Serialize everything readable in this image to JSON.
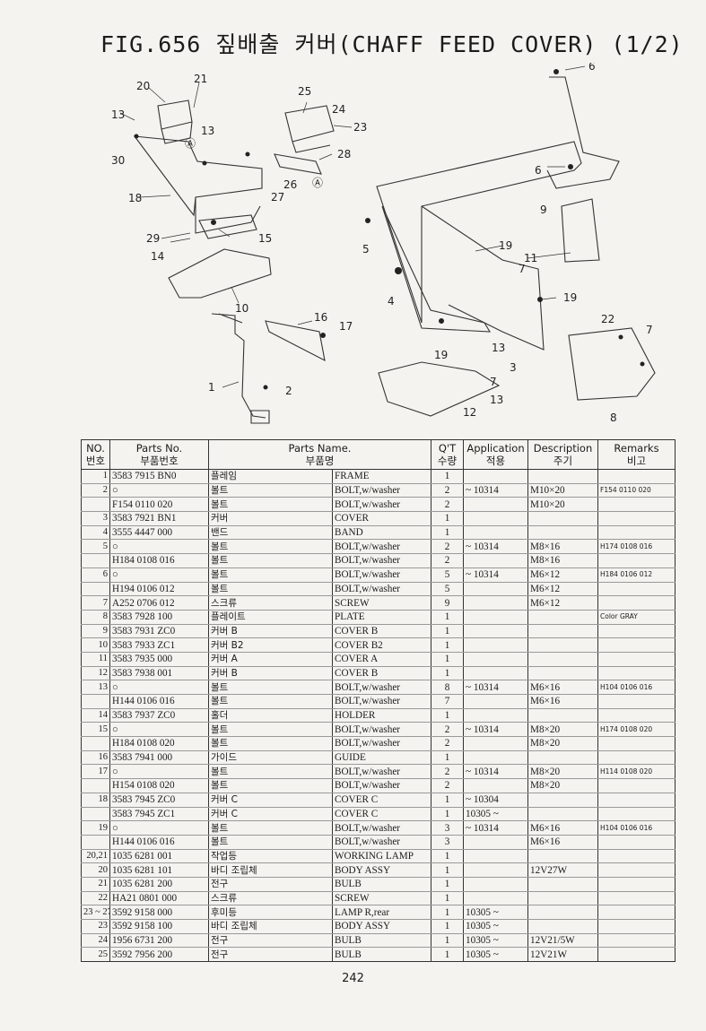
{
  "title": "FIG.656 짚배출 커버(CHAFF FEED COVER) (1/2)",
  "diagram_labels": [
    "1",
    "2",
    "3",
    "4",
    "5",
    "6",
    "7",
    "8",
    "9",
    "10",
    "11",
    "12",
    "13",
    "14",
    "15",
    "16",
    "17",
    "18",
    "19",
    "20",
    "21",
    "22",
    "23",
    "24",
    "25",
    "26",
    "27",
    "28",
    "29",
    "30",
    "Ⓐ"
  ],
  "table": {
    "headers": {
      "no_en": "NO.",
      "no_kr": "번호",
      "parts_no_en": "Parts No.",
      "parts_no_kr": "부품번호",
      "parts_name_en": "Parts Name.",
      "parts_name_kr": "부품명",
      "qty_en": "Q'T",
      "qty_kr": "수량",
      "app_en": "Application",
      "app_kr": "적용",
      "desc_en": "Description",
      "desc_kr": "주기",
      "rem_en": "Remarks",
      "rem_kr": "비고"
    },
    "rows": [
      {
        "no": "1",
        "part": "3583 7915 BN0",
        "kr": "플레임",
        "en": "FRAME",
        "qty": "1",
        "app": "",
        "desc": "",
        "rem": ""
      },
      {
        "no": "2",
        "part": "○",
        "kr": "볼트",
        "en": "BOLT,w/washer",
        "qty": "2",
        "app": "~ 10314",
        "desc": "M10×20",
        "rem": "F154 0110 020"
      },
      {
        "no": "",
        "part": "F154 0110 020",
        "kr": "볼트",
        "en": "BOLT,w/washer",
        "qty": "2",
        "app": "",
        "desc": "M10×20",
        "rem": ""
      },
      {
        "no": "3",
        "part": "3583 7921 BN1",
        "kr": "커버",
        "en": "COVER",
        "qty": "1",
        "app": "",
        "desc": "",
        "rem": ""
      },
      {
        "no": "4",
        "part": "3555 4447 000",
        "kr": "밴드",
        "en": "BAND",
        "qty": "1",
        "app": "",
        "desc": "",
        "rem": ""
      },
      {
        "no": "5",
        "part": "○",
        "kr": "볼트",
        "en": "BOLT,w/washer",
        "qty": "2",
        "app": "~ 10314",
        "desc": "M8×16",
        "rem": "H174 0108 016"
      },
      {
        "no": "",
        "part": "H184 0108 016",
        "kr": "볼트",
        "en": "BOLT,w/washer",
        "qty": "2",
        "app": "",
        "desc": "M8×16",
        "rem": ""
      },
      {
        "no": "6",
        "part": "○",
        "kr": "볼트",
        "en": "BOLT,w/washer",
        "qty": "5",
        "app": "~ 10314",
        "desc": "M6×12",
        "rem": "H184 0106 012"
      },
      {
        "no": "",
        "part": "H194 0106 012",
        "kr": "볼트",
        "en": "BOLT,w/washer",
        "qty": "5",
        "app": "",
        "desc": "M6×12",
        "rem": ""
      },
      {
        "no": "7",
        "part": "A252 0706 012",
        "kr": "스크류",
        "en": "SCREW",
        "qty": "9",
        "app": "",
        "desc": "M6×12",
        "rem": ""
      },
      {
        "no": "8",
        "part": "3583 7928 100",
        "kr": "플레이트",
        "en": "PLATE",
        "qty": "1",
        "app": "",
        "desc": "",
        "rem": "Color GRAY"
      },
      {
        "no": "9",
        "part": "3583 7931 ZC0",
        "kr": "커버 B",
        "en": "COVER B",
        "qty": "1",
        "app": "",
        "desc": "",
        "rem": ""
      },
      {
        "no": "10",
        "part": "3583 7933 ZC1",
        "kr": "커버 B2",
        "en": "COVER B2",
        "qty": "1",
        "app": "",
        "desc": "",
        "rem": ""
      },
      {
        "no": "11",
        "part": "3583 7935 000",
        "kr": "커버 A",
        "en": "COVER A",
        "qty": "1",
        "app": "",
        "desc": "",
        "rem": ""
      },
      {
        "no": "12",
        "part": "3583 7938 001",
        "kr": "커버 B",
        "en": "COVER B",
        "qty": "1",
        "app": "",
        "desc": "",
        "rem": ""
      },
      {
        "no": "13",
        "part": "○",
        "kr": "볼트",
        "en": "BOLT,w/washer",
        "qty": "8",
        "app": "~ 10314",
        "desc": "M6×16",
        "rem": "H104 0106 016"
      },
      {
        "no": "",
        "part": "H144 0106 016",
        "kr": "볼트",
        "en": "BOLT,w/washer",
        "qty": "7",
        "app": "",
        "desc": "M6×16",
        "rem": ""
      },
      {
        "no": "14",
        "part": "3583 7937 ZC0",
        "kr": "홀더",
        "en": "HOLDER",
        "qty": "1",
        "app": "",
        "desc": "",
        "rem": ""
      },
      {
        "no": "15",
        "part": "○",
        "kr": "볼트",
        "en": "BOLT,w/washer",
        "qty": "2",
        "app": "~ 10314",
        "desc": "M8×20",
        "rem": "H174 0108 020"
      },
      {
        "no": "",
        "part": "H184 0108 020",
        "kr": "볼트",
        "en": "BOLT,w/washer",
        "qty": "2",
        "app": "",
        "desc": "M8×20",
        "rem": ""
      },
      {
        "no": "16",
        "part": "3583 7941 000",
        "kr": "가이드",
        "en": "GUIDE",
        "qty": "1",
        "app": "",
        "desc": "",
        "rem": ""
      },
      {
        "no": "17",
        "part": "○",
        "kr": "볼트",
        "en": "BOLT,w/washer",
        "qty": "2",
        "app": "~ 10314",
        "desc": "M8×20",
        "rem": "H114 0108 020"
      },
      {
        "no": "",
        "part": "H154 0108 020",
        "kr": "볼트",
        "en": "BOLT,w/washer",
        "qty": "2",
        "app": "",
        "desc": "M8×20",
        "rem": ""
      },
      {
        "no": "18",
        "part": "3583 7945 ZC0",
        "kr": "커버 C",
        "en": "COVER C",
        "qty": "1",
        "app": "~ 10304",
        "desc": "",
        "rem": ""
      },
      {
        "no": "",
        "part": "3583 7945 ZC1",
        "kr": "커버 C",
        "en": "COVER C",
        "qty": "1",
        "app": "10305 ~",
        "desc": "",
        "rem": ""
      },
      {
        "no": "19",
        "part": "○",
        "kr": "볼트",
        "en": "BOLT,w/washer",
        "qty": "3",
        "app": "~ 10314",
        "desc": "M6×16",
        "rem": "H104 0106 016"
      },
      {
        "no": "",
        "part": "H144 0106 016",
        "kr": "볼트",
        "en": "BOLT,w/washer",
        "qty": "3",
        "app": "",
        "desc": "M6×16",
        "rem": ""
      },
      {
        "no": "20,21",
        "part": "1035 6281 001",
        "kr": "작업등",
        "en": "WORKING LAMP",
        "qty": "1",
        "app": "",
        "desc": "",
        "rem": ""
      },
      {
        "no": "20",
        "part": "1035 6281 101",
        "kr": "바디 조립체",
        "en": "BODY ASSY",
        "qty": "1",
        "app": "",
        "desc": "12V27W",
        "rem": ""
      },
      {
        "no": "21",
        "part": "1035 6281 200",
        "kr": "전구",
        "en": "BULB",
        "qty": "1",
        "app": "",
        "desc": "",
        "rem": ""
      },
      {
        "no": "22",
        "part": "HA21 0801 000",
        "kr": "스크류",
        "en": "SCREW",
        "qty": "1",
        "app": "",
        "desc": "",
        "rem": ""
      },
      {
        "no": "23 ~ 27",
        "part": "3592 9158 000",
        "kr": "후미등",
        "en": "LAMP R,rear",
        "qty": "1",
        "app": "10305 ~",
        "desc": "",
        "rem": ""
      },
      {
        "no": "23",
        "part": "3592 9158 100",
        "kr": "바디 조립체",
        "en": "BODY ASSY",
        "qty": "1",
        "app": "10305 ~",
        "desc": "",
        "rem": ""
      },
      {
        "no": "24",
        "part": "1956 6731 200",
        "kr": "전구",
        "en": "BULB",
        "qty": "1",
        "app": "10305 ~",
        "desc": "12V21/5W",
        "rem": ""
      },
      {
        "no": "25",
        "part": "3592 7956 200",
        "kr": "전구",
        "en": "BULB",
        "qty": "1",
        "app": "10305 ~",
        "desc": "12V21W",
        "rem": ""
      }
    ]
  },
  "page_number": "242"
}
